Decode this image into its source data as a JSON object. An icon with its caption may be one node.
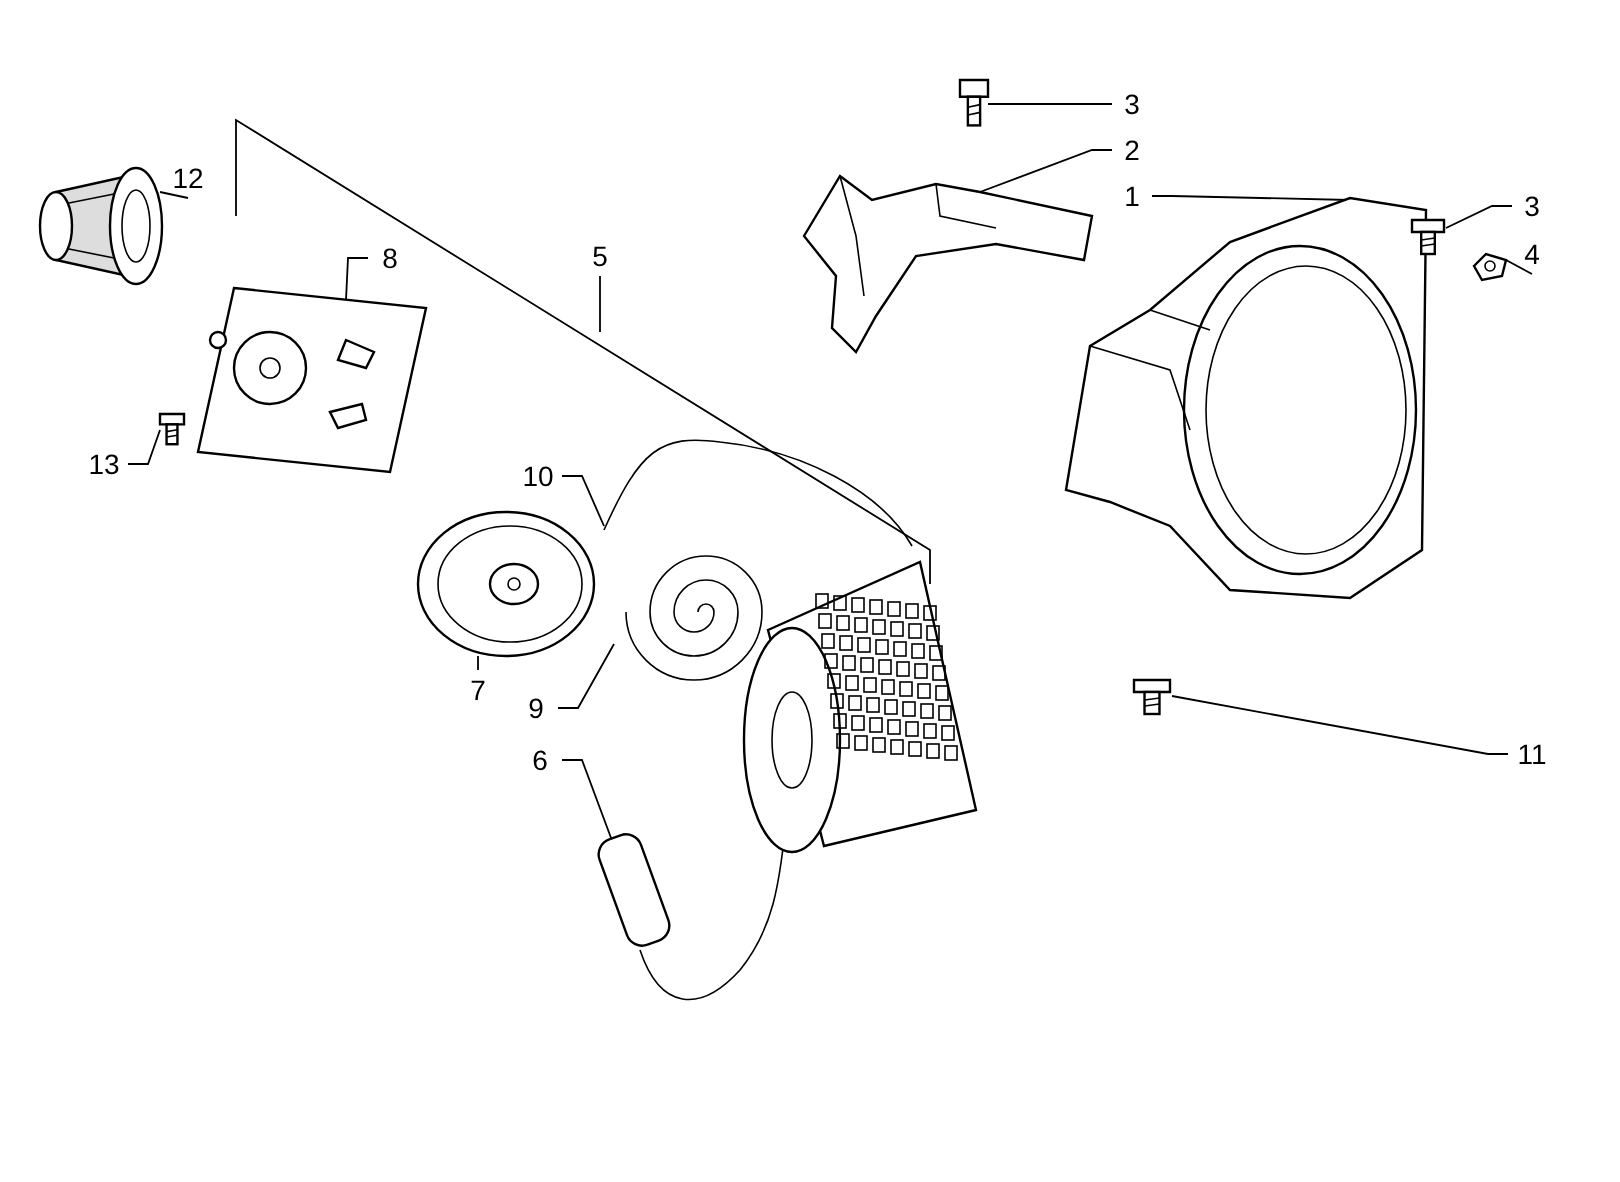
{
  "diagram": {
    "nodes": [
      {
        "text": [
          "3"
        ]
      },
      {
        "text": [],
        "shape": "picture"
      },
      {
        "text": [
          "12"
        ]
      },
      {
        "text": [],
        "shape": "picture"
      },
      {
        "text": [
          "2"
        ]
      },
      {
        "text": [],
        "shape": "picture"
      },
      {
        "text": [
          "1"
        ]
      },
      {
        "text": [],
        "shape": "picture"
      },
      {
        "text": [
          "3"
        ]
      },
      {
        "text": [],
        "shape": "picture"
      },
      {
        "text": [
          "4"
        ]
      },
      {
        "text": [],
        "shape": "picture"
      },
      {
        "text": [
          "8"
        ]
      },
      {
        "text": [],
        "shape": "picture"
      },
      {
        "text": [
          "13"
        ]
      },
      {
        "text": [],
        "shape": "picture"
      },
      {
        "text": [
          "10"
        ]
      },
      {
        "text": [],
        "shape": "picture"
      },
      {
        "text": [
          "7"
        ]
      },
      {
        "text": [],
        "shape": "picture"
      },
      {
        "text": [
          "9"
        ]
      },
      {
        "text": [],
        "shape": "picture"
      },
      {
        "text": [
          "6"
        ]
      },
      {
        "text": [],
        "shape": "picture"
      },
      {
        "text": [
          "11"
        ]
      },
      {
        "text": [],
        "shape": "picture"
      },
      {
        "text": [],
        "shape": "picture"
      },
      {
        "text": [
          "5"
        ]
      }
    ],
    "edges": [
      {
        "from": 0,
        "to": 1,
        "arrow": "none"
      },
      {
        "from": 2,
        "to": 3,
        "arrow": "none"
      },
      {
        "from": 4,
        "to": 5,
        "arrow": "none"
      },
      {
        "from": 6,
        "to": 7,
        "arrow": "none"
      },
      {
        "from": 8,
        "to": 9,
        "arrow": "none"
      },
      {
        "from": 10,
        "to": 11,
        "arrow": "none"
      },
      {
        "from": 12,
        "to": 13,
        "arrow": "none"
      },
      {
        "from": 14,
        "to": 15,
        "arrow": "none"
      },
      {
        "from": 16,
        "to": 17,
        "arrow": "none"
      },
      {
        "from": 18,
        "to": 19,
        "arrow": "none"
      },
      {
        "from": 20,
        "to": 21,
        "arrow": "none"
      },
      {
        "from": 22,
        "to": 23,
        "arrow": "none"
      },
      {
        "from": 24,
        "to": 25,
        "arrow": "none"
      },
      {
        "from": 27,
        "to": null,
        "arrow": "none"
      }
    ]
  }
}
